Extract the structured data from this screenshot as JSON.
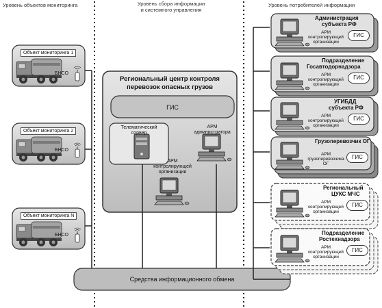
{
  "headers": {
    "monitoring_level": "Уровень объектов мониторинга",
    "collection_level_line1": "Уровень сбора информации",
    "collection_level_line2": "и системного управления",
    "consumers_level": "Уровень потребителей информации"
  },
  "objects": [
    {
      "label": "Объект мониторинга 1",
      "bnso": "БНСО"
    },
    {
      "label": "Объект мониторинга 2",
      "bnso": "БНСО"
    },
    {
      "label": "Объект мониторинга N",
      "bnso": "БНСО"
    }
  ],
  "center": {
    "title_line1": "Региональный центр контроля",
    "title_line2": "перевозок опасных грузов",
    "gis": "ГИС",
    "telematics_line1": "Телематический",
    "telematics_line2": "сорвер",
    "arm_admin_line1": "АРМ",
    "arm_admin_line2": "администратора",
    "arm_ctrl_line1": "АРМ",
    "arm_ctrl_line2": "контролирующей",
    "arm_ctrl_line3": "организации"
  },
  "bus": {
    "label": "Средства информационного обмена"
  },
  "consumers": [
    {
      "title1": "Администрация",
      "title2": "субъекта РФ",
      "arm1": "АРМ",
      "arm2": "контролирующей",
      "arm3": "организации",
      "gis": "ГИС"
    },
    {
      "title1": "Подразделение",
      "title2": "Госавтодорнадзора",
      "arm1": "АРМ",
      "arm2": "контролирующей",
      "arm3": "организации",
      "gis": "ГИС"
    },
    {
      "title1": "УГИБДД",
      "title2": "субъекта РФ",
      "arm1": "АРМ",
      "arm2": "контролирующей",
      "arm3": "организации",
      "gis": "ГИС"
    },
    {
      "title1": "Грузоперевозчик ОГ",
      "title2": "",
      "arm1": "АРМ",
      "arm2": "грузоперевозчика",
      "arm3": "ОГ",
      "gis": "ГИС"
    },
    {
      "title1": "Региональный",
      "title2": "ЦУКС МЧС",
      "arm1": "АРМ",
      "arm2": "контролирующей",
      "arm3": "организации",
      "gis": "ГИС"
    },
    {
      "title1": "Подразделение",
      "title2": "Ростехнадзора",
      "arm1": "АРМ",
      "arm2": "контролирующей",
      "arm3": "организации",
      "gis": "ГИС"
    }
  ]
}
